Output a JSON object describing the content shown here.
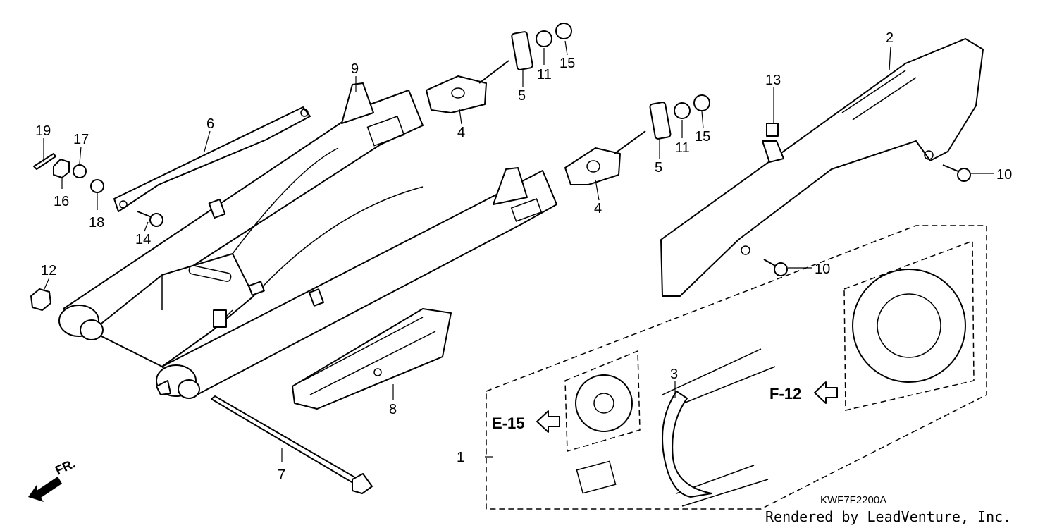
{
  "callouts": {
    "c1": "1",
    "c2": "2",
    "c3": "3",
    "c4a": "4",
    "c4b": "4",
    "c5a": "5",
    "c5b": "5",
    "c6": "6",
    "c7": "7",
    "c8": "8",
    "c9": "9",
    "c10a": "10",
    "c10b": "10",
    "c11a": "11",
    "c11b": "11",
    "c12": "12",
    "c13": "13",
    "c14": "14",
    "c15a": "15",
    "c15b": "15",
    "c16": "16",
    "c17": "17",
    "c18": "18",
    "c19": "19"
  },
  "refs": {
    "e15": "E-15",
    "f12": "F-12"
  },
  "direction": {
    "label": "FR."
  },
  "footer": {
    "code": "KWF7F2200A",
    "credit": "Rendered by LeadVenture, Inc."
  }
}
